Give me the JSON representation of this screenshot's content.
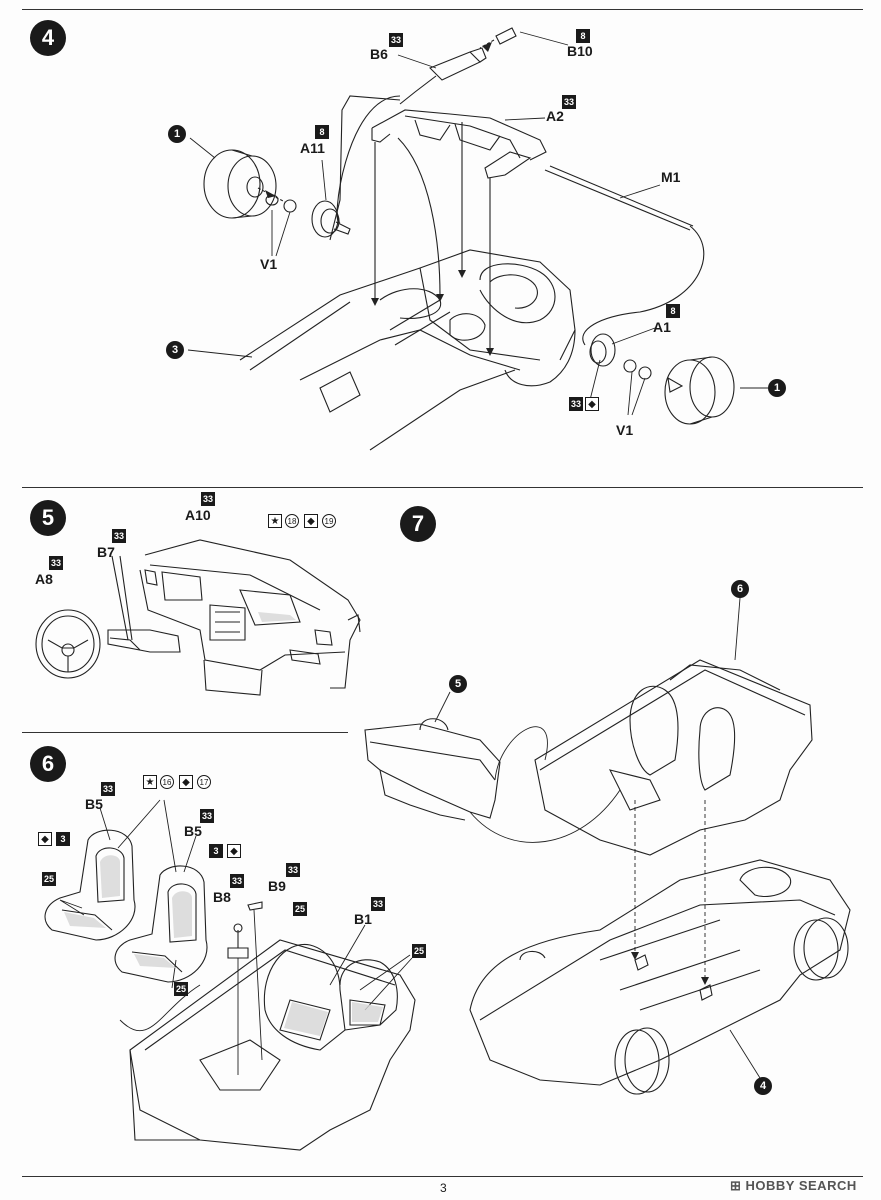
{
  "steps": {
    "s4": "4",
    "s5": "5",
    "s6": "6",
    "s7": "7"
  },
  "step4": {
    "parts": {
      "b6": "B6",
      "b10": "B10",
      "a2": "A2",
      "a11": "A11",
      "v1_left": "V1",
      "m1": "M1",
      "a1": "A1",
      "v1_right": "V1"
    },
    "paint": {
      "b6": "33",
      "b10": "8",
      "a2": "33",
      "a11": "8",
      "a1": "8",
      "a1_bottom": "33"
    },
    "refs": {
      "wheel_left": "1",
      "chassis": "3",
      "wheel_right": "1"
    }
  },
  "step5": {
    "parts": {
      "a10": "A10",
      "b7": "B7",
      "a8": "A8"
    },
    "paint": {
      "a10": "33",
      "b7": "33",
      "a8": "33"
    },
    "decals": {
      "d18": "18",
      "d19": "19"
    }
  },
  "step6": {
    "parts": {
      "b5_left": "B5",
      "b5_right": "B5",
      "b8": "B8",
      "b9": "B9",
      "b1": "B1"
    },
    "paint": {
      "b5_left": "33",
      "b5_right": "33",
      "left_3": "3",
      "right_3": "3",
      "seat_left": "25",
      "seat_right": "25",
      "b8": "33",
      "b9": "33",
      "b1": "33",
      "tub_mid": "25",
      "tub_right": "25"
    },
    "decals": {
      "d16": "16",
      "d17": "17"
    }
  },
  "step7": {
    "refs": {
      "dash": "5",
      "interior": "6",
      "chassis": "4"
    }
  },
  "footer": {
    "page_number": "3",
    "watermark": "HOBBY SEARCH"
  }
}
